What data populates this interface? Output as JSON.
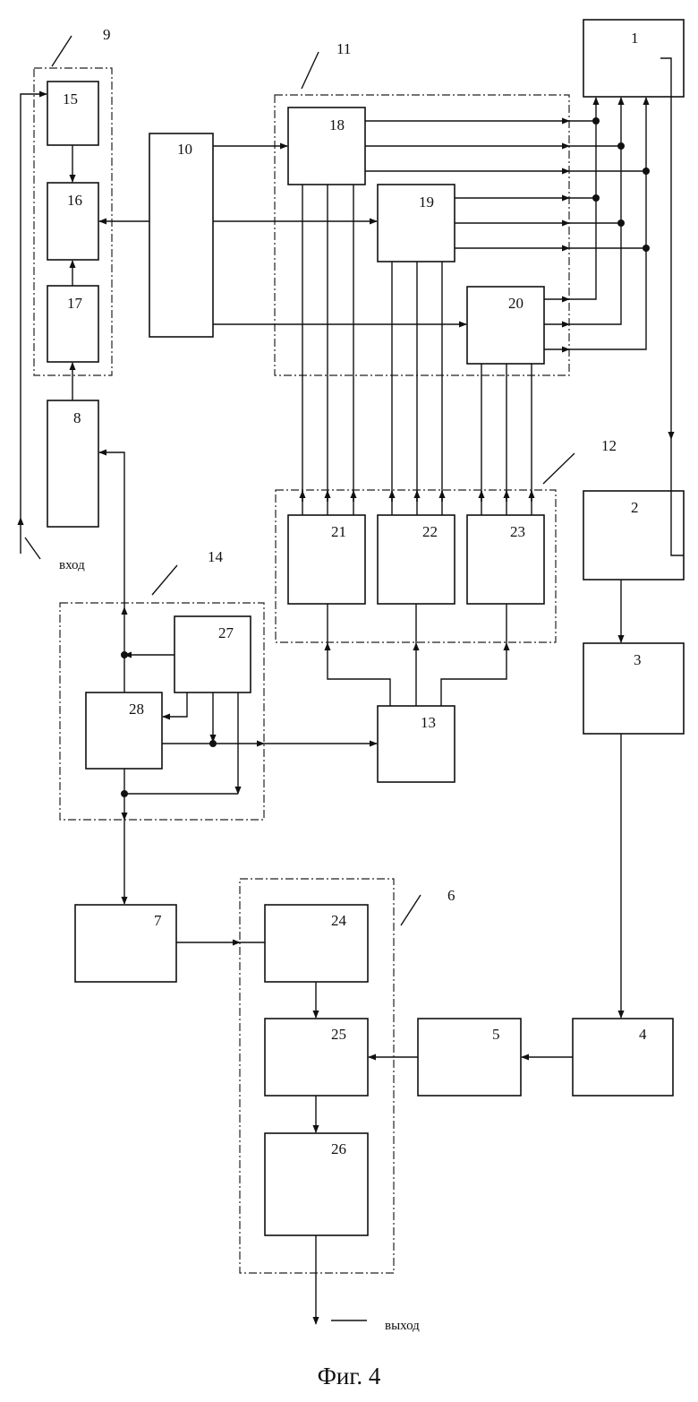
{
  "blocks": [
    "1",
    "2",
    "3",
    "4",
    "5",
    "6",
    "7",
    "8",
    "9",
    "10",
    "11",
    "12",
    "13",
    "14",
    "15",
    "16",
    "17",
    "18",
    "19",
    "20",
    "21",
    "22",
    "23",
    "24",
    "25",
    "26",
    "27",
    "28"
  ],
  "labels": {
    "input": "вход",
    "output": "выход"
  },
  "caption": "Фиг. 4"
}
